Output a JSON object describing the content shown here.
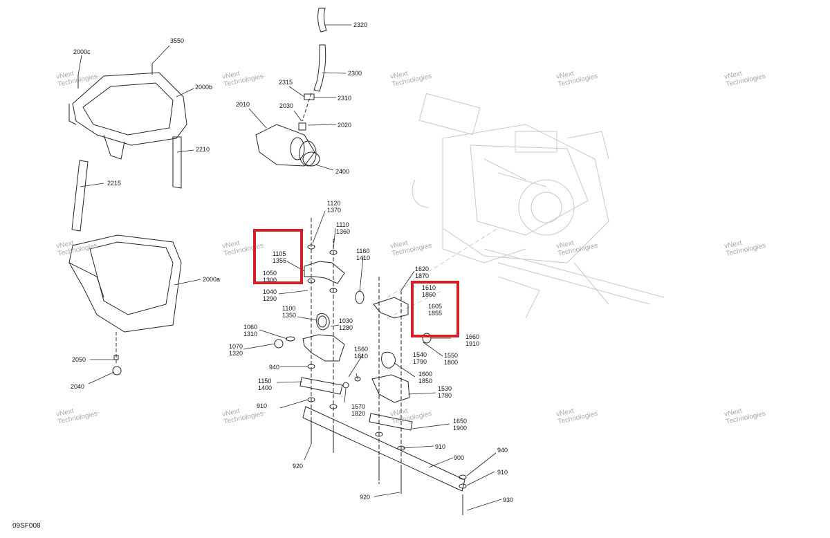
{
  "figure_id": "09SF008",
  "watermark": {
    "line1": "vNext",
    "line2": "Technologies"
  },
  "highlight_color": "#d32027",
  "labels": {
    "p3550": "3550",
    "p2000c": "2000c",
    "p2000b": "2000b",
    "p2210": "2210",
    "p2215": "2215",
    "p2000a": "2000a",
    "p2050": "2050",
    "p2040": "2040",
    "p2320": "2320",
    "p2300": "2300",
    "p2315": "2315",
    "p2310": "2310",
    "p2030": "2030",
    "p2010": "2010",
    "p2020": "2020",
    "p2400": "2400",
    "p1120": "1120\n1370",
    "p1110": "1110\n1360",
    "p1105": "1105\n1355",
    "p1050": "1050\n1300",
    "p1040": "1040\n1290",
    "p1100": "1100\n1350",
    "p1030": "1030\n1280",
    "p1060": "1060\n1310",
    "p1070": "1070\n1320",
    "p940a": "940",
    "p1150": "1150\n1400",
    "p910a": "910",
    "p920a": "920",
    "p1160": "1160\n1410",
    "p1620": "1620\n1870",
    "p1610": "1610\n1860",
    "p1605": "1605\n1855",
    "p1660": "1660\n1910",
    "p1560": "1560\n1810",
    "p1540": "1540\n1790",
    "p1550": "1550\n1800",
    "p1600": "1600\n1850",
    "p1570": "1570\n1820",
    "p1530": "1530\n1780",
    "p1650": "1650\n1900",
    "p910b": "910",
    "p900": "900",
    "p940b": "940",
    "p910c": "910",
    "p920b": "920",
    "p930": "930"
  }
}
